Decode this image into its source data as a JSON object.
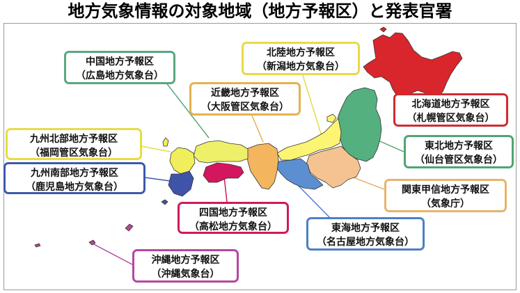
{
  "title": "地方気象情報の対象地域（地方予報区）と発表官署",
  "colors": {
    "hokkaido": "#d8262c",
    "tohoku": "#55b07f",
    "kanto_koshin": "#f4c391",
    "hokuriku": "#fcf573",
    "tokai": "#5b8fd1",
    "kinki": "#f3b55e",
    "chugoku": "#eef06a",
    "shikoku": "#d4165e",
    "kyushu_north": "#f1ee5c",
    "kyushu_south": "#3f54a8",
    "okinawa": "#b3479a"
  },
  "regions": [
    {
      "id": "chugoku",
      "name": "中国地方予報区",
      "office": "（広島地方気象台）",
      "border": "#5aa77d"
    },
    {
      "id": "hokuriku",
      "name": "北陸地方予報区",
      "office": "（新潟地方気象台）",
      "border": "#e8d94a"
    },
    {
      "id": "kinki",
      "name": "近畿地方予報区",
      "office": "（大阪管区気象台）",
      "border": "#e3b24d"
    },
    {
      "id": "hokkaido",
      "name": "北海道地方予報区",
      "office": "（札幌管区気象台）",
      "border": "#cf2b2f"
    },
    {
      "id": "kyushu_north",
      "name": "九州北部地方予報区",
      "office": "（福岡管区気象台）",
      "border": "#e6dc45"
    },
    {
      "id": "tohoku",
      "name": "東北地方予報区",
      "office": "（仙台管区気象台）",
      "border": "#4ea571"
    },
    {
      "id": "kyushu_south",
      "name": "九州南部地方予報区",
      "office": "（鹿児島地方気象台）",
      "border": "#3c5aab"
    },
    {
      "id": "kanto_koshin",
      "name": "関東甲信地方予報区",
      "office": "（気象庁）",
      "border": "#e7b46a"
    },
    {
      "id": "shikoku",
      "name": "四国地方予報区",
      "office": "（高松地方気象台）",
      "border": "#d0195c"
    },
    {
      "id": "tokai",
      "name": "東海地方予報区",
      "office": "（名古屋地方気象台）",
      "border": "#4f7ec6"
    },
    {
      "id": "okinawa",
      "name": "沖縄地方予報区",
      "office": "（沖縄気象台）",
      "border": "#b447a0"
    }
  ]
}
